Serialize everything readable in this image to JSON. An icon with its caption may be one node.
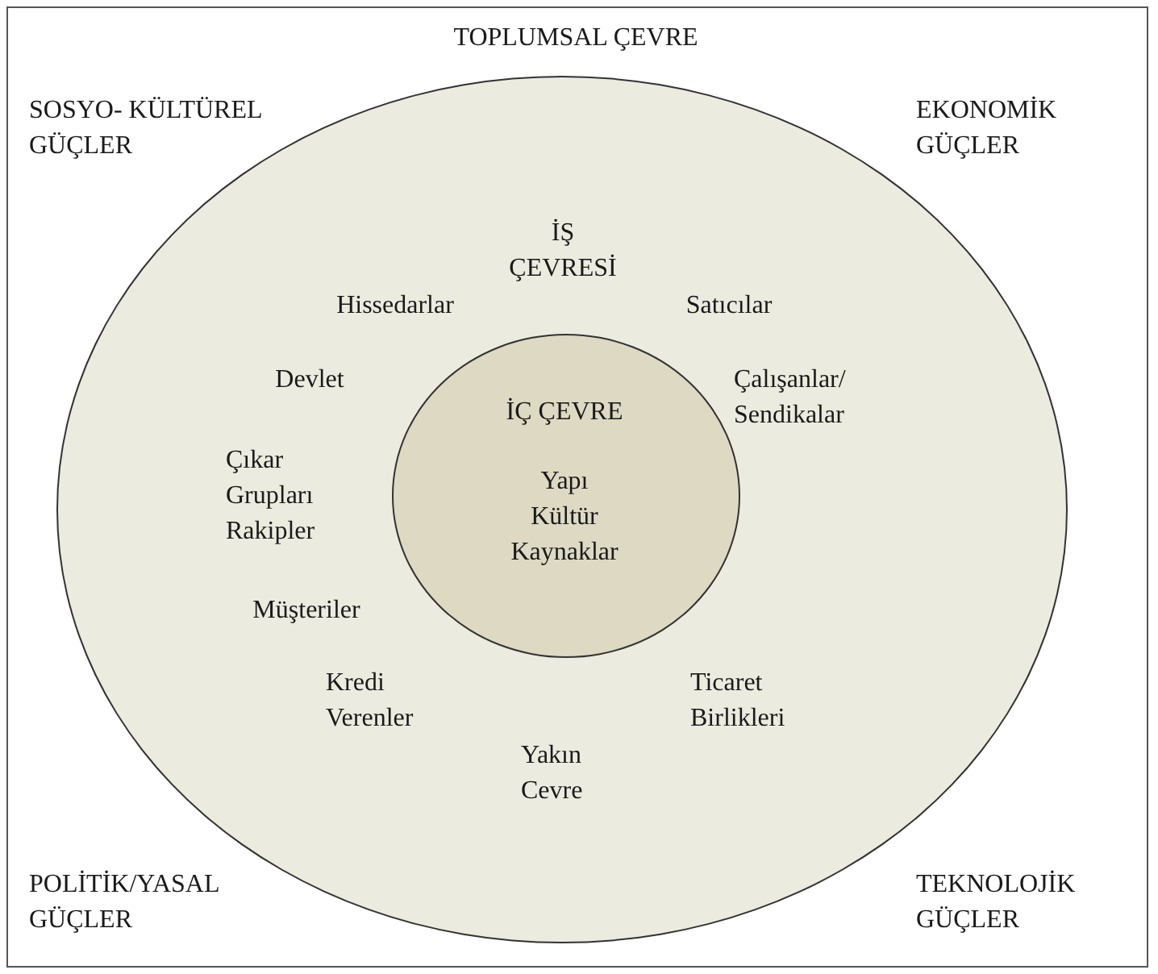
{
  "diagram": {
    "nodes": [
      {
        "text": [
          "TOPLUMSAL ÇEVRE"
        ]
      },
      {
        "text": [
          "İŞ ÇEVRESİ",
          "Hissedarlar",
          "Satıcılar",
          "Devlet",
          "Çalışanlar/ Sendikalar",
          "Çıkar Grupları Rakipler",
          "Müşteriler",
          "Kredi Verenler",
          "Ticaret Birlikleri",
          "Yakın Cevre"
        ],
        "in": 0
      },
      {
        "text": [
          "İÇ ÇEVRE",
          "Yapı Kültür Kaynaklar"
        ],
        "in": 1
      }
    ],
    "labels": [
      "SOSYO- KÜLTÜREL GÜÇLER",
      "EKONOMİK GÜÇLER",
      "POLİTİK/YASAL GÜÇLER",
      "TEKNOLOJİK GÜÇLER"
    ]
  }
}
